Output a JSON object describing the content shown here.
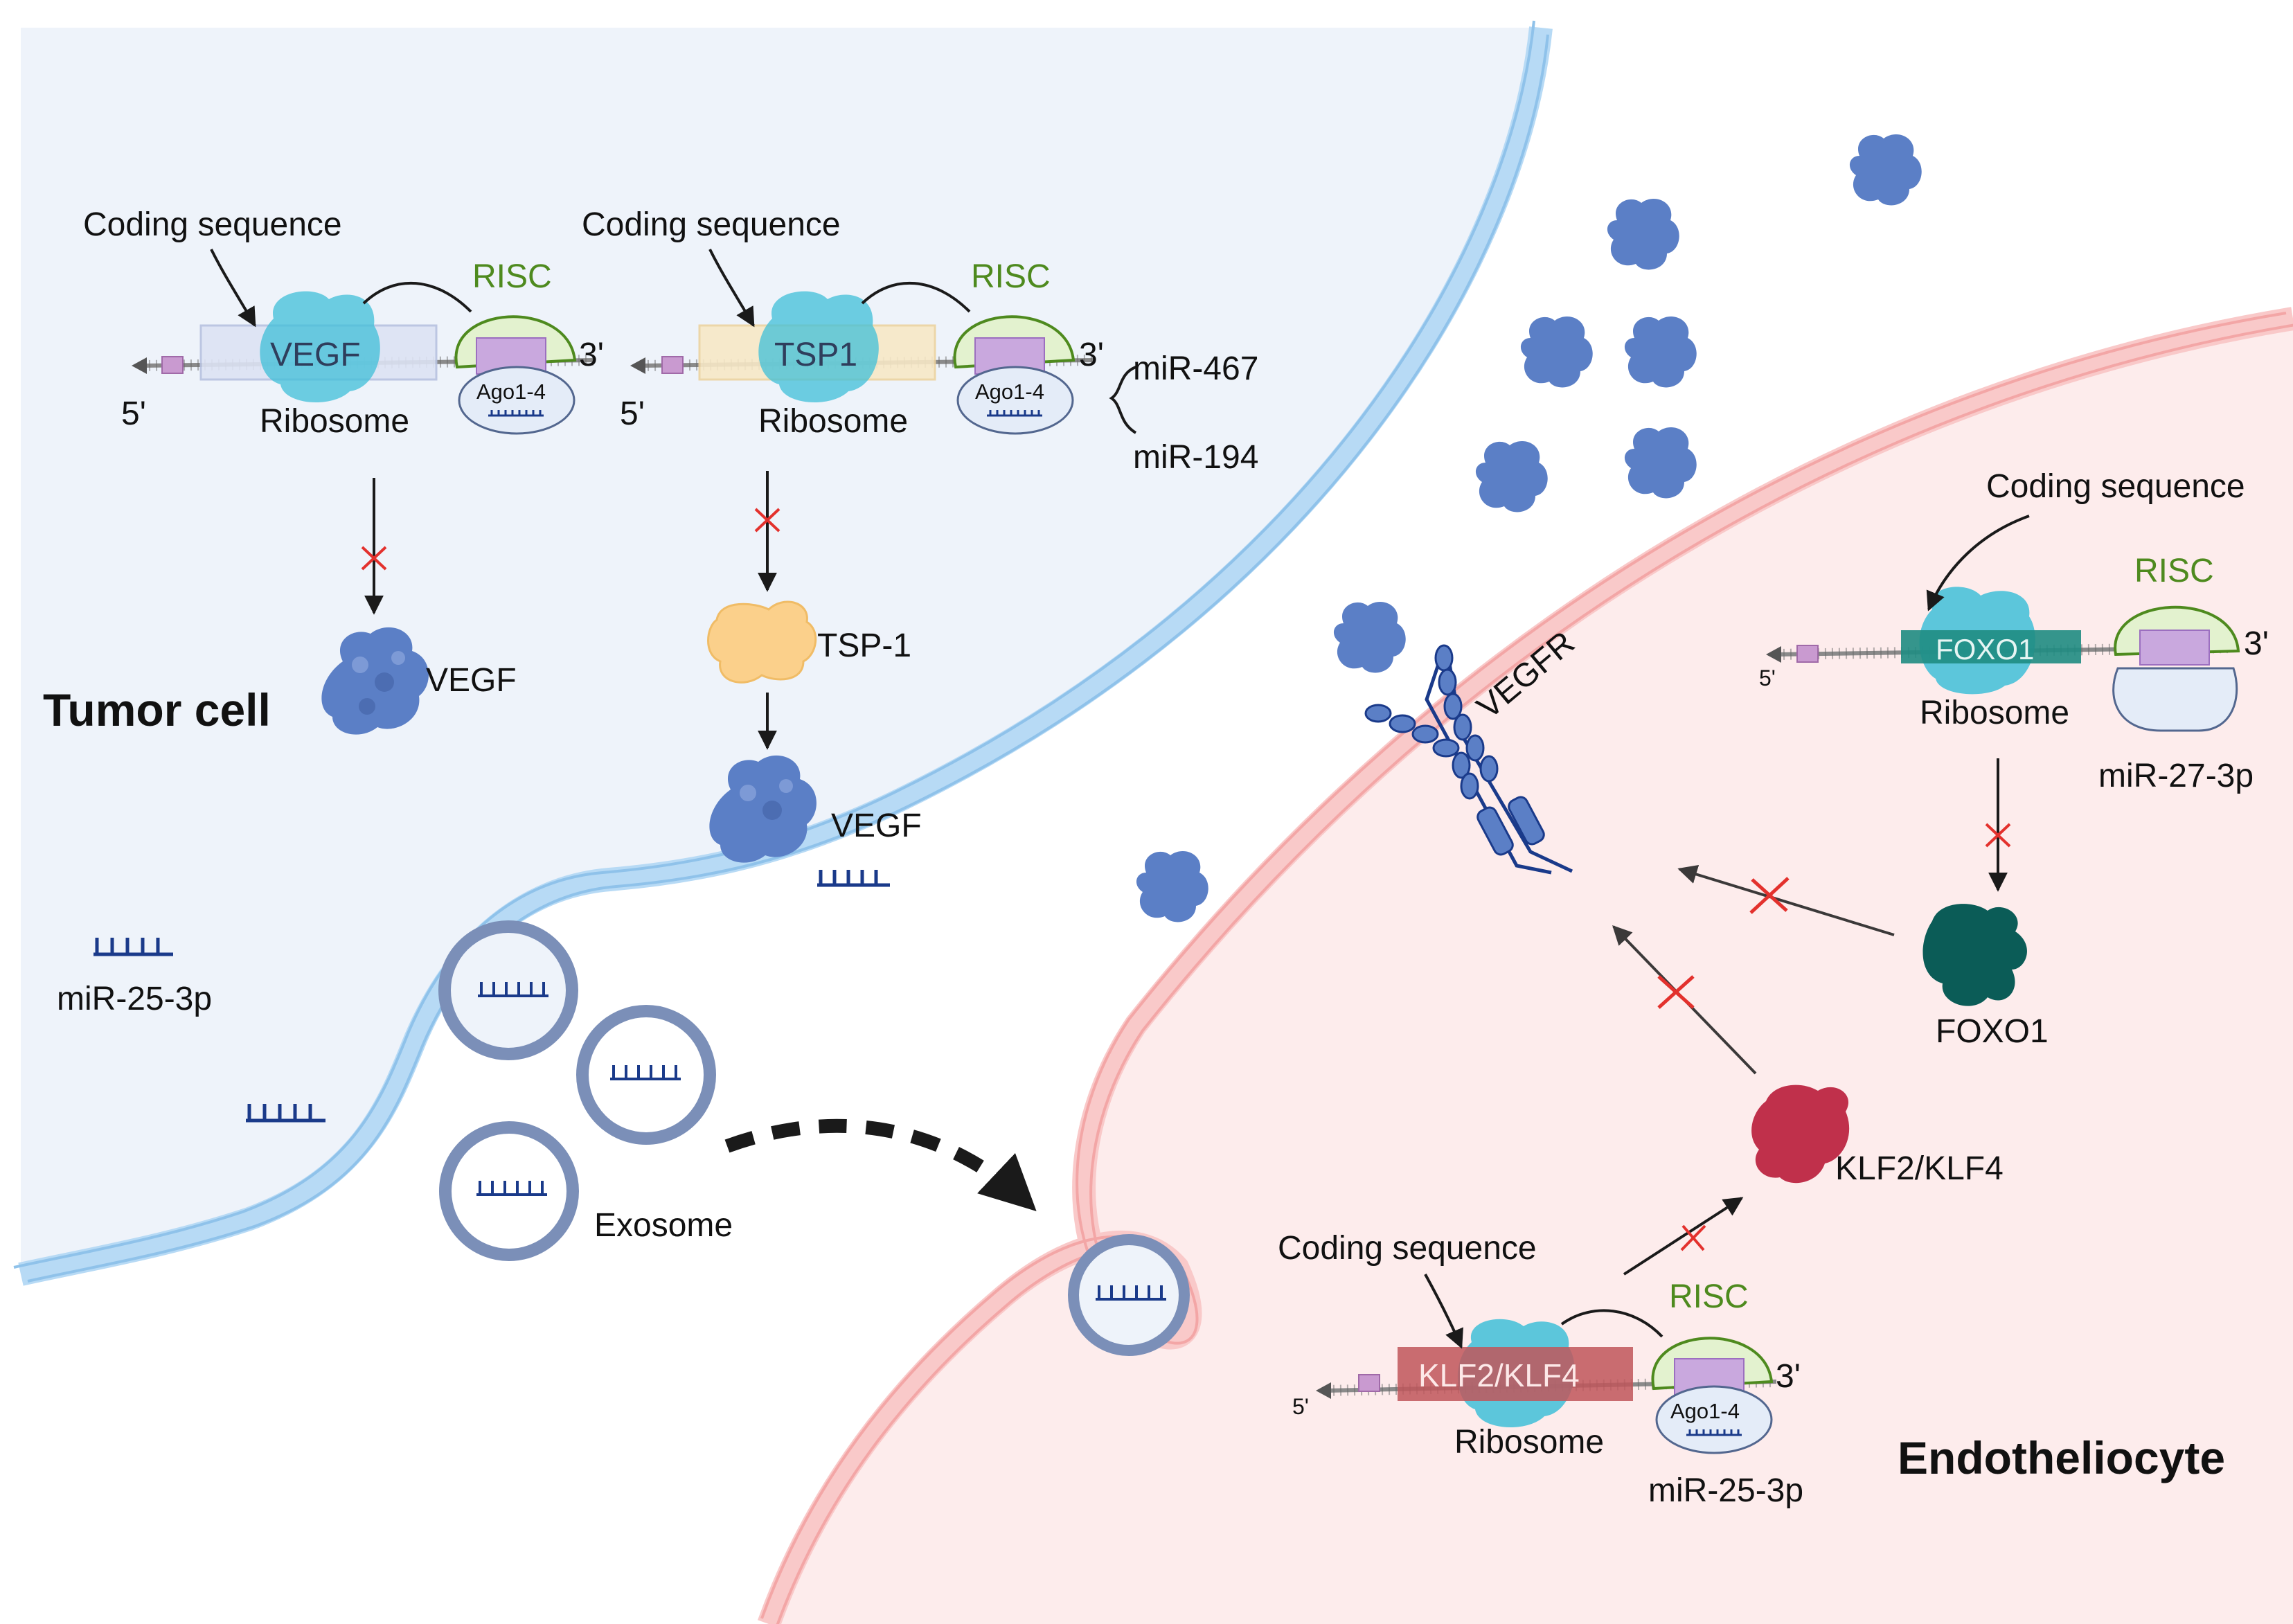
{
  "colors": {
    "tumor_fill": "#eef3fa",
    "tumor_membrane": "#9ecbee",
    "endo_fill": "#fdecec",
    "endo_membrane": "#f6b4b4",
    "risc_green": "#4e8a1e",
    "risc_fill": "#e3f2cf",
    "ago_fill": "#e4ecf8",
    "ribosome": "#3fbfd8",
    "vegf_blue": "#5b7fc6",
    "tsp_orange": "#fbd08b",
    "foxo_teal": "#0b5c57",
    "klf_red": "#c0304b",
    "mirna_navy": "#1a3a8a",
    "exosome_ring": "#7b8fb8",
    "inhibit_red": "#e3312d"
  },
  "labels": {
    "tumor_cell": "Tumor cell",
    "endotheliocyte": "Endotheliocyte",
    "exosome": "Exosome",
    "mir_25_free": "miR-25-3p",
    "vegfr": "VEGFR"
  },
  "mrna_vegf": {
    "coding_label": "Coding sequence",
    "risc": "RISC",
    "cds": "VEGF",
    "ribosome": "Ribosome",
    "ago": "Ago1-4",
    "five_prime": "5'",
    "three_prime": "3'",
    "product": "VEGF"
  },
  "mrna_tsp1": {
    "coding_label": "Coding sequence",
    "risc": "RISC",
    "cds": "TSP1",
    "ribosome": "Ribosome",
    "ago": "Ago1-4",
    "five_prime": "5'",
    "three_prime": "3'",
    "mirna_a": "miR-467",
    "mirna_b": "miR-194",
    "product": "TSP-1",
    "product2": "VEGF"
  },
  "mrna_foxo1": {
    "coding_label": "Coding sequence",
    "risc": "RISC",
    "cds": "FOXO1",
    "ribosome": "Ribosome",
    "five_prime": "5'",
    "three_prime": "3'",
    "mirna": "miR-27-3p",
    "product": "FOXO1"
  },
  "mrna_klf": {
    "coding_label": "Coding sequence",
    "risc": "RISC",
    "cds": "KLF2/KLF4",
    "ribosome": "Ribosome",
    "ago": "Ago1-4",
    "five_prime": "5'",
    "three_prime": "3'",
    "mirna": "miR-25-3p",
    "product": "KLF2/KLF4"
  }
}
